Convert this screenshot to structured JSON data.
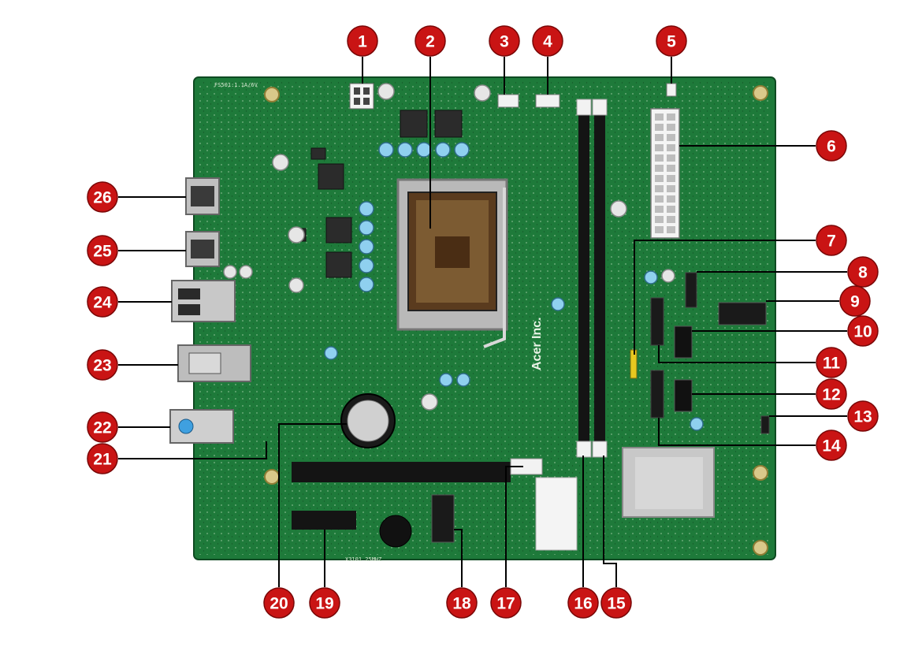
{
  "board": {
    "brand_text": "Acer Inc.",
    "silk_top": "FS501:1.1A/6V",
    "silk_bottom": "X3101 25MHZ"
  },
  "colors": {
    "pcb": "#1e7a3a",
    "pcb_dark": "#145c2a",
    "marker": "#c91414",
    "leader": "#000000",
    "cap": "#8fd0ef",
    "slot": "#141414",
    "metal": "#c8c8c8"
  },
  "callouts": [
    {
      "n": "1"
    },
    {
      "n": "2"
    },
    {
      "n": "3"
    },
    {
      "n": "4"
    },
    {
      "n": "5"
    },
    {
      "n": "6"
    },
    {
      "n": "7"
    },
    {
      "n": "8"
    },
    {
      "n": "9"
    },
    {
      "n": "10"
    },
    {
      "n": "11"
    },
    {
      "n": "12"
    },
    {
      "n": "13"
    },
    {
      "n": "14"
    },
    {
      "n": "15"
    },
    {
      "n": "16"
    },
    {
      "n": "17"
    },
    {
      "n": "18"
    },
    {
      "n": "19"
    },
    {
      "n": "20"
    },
    {
      "n": "21"
    },
    {
      "n": "22"
    },
    {
      "n": "23"
    },
    {
      "n": "24"
    },
    {
      "n": "25"
    },
    {
      "n": "26"
    }
  ]
}
